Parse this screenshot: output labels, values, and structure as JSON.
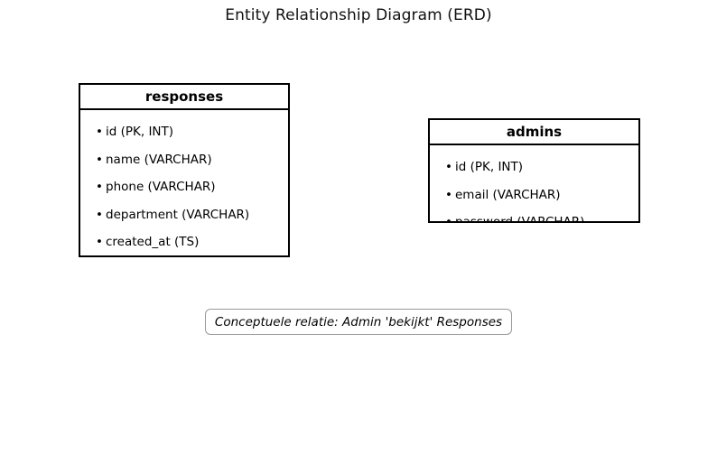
{
  "diagram": {
    "title": "Entity Relationship Diagram (ERD)",
    "entities": [
      {
        "name": "responses",
        "fields": [
          "id (PK, INT)",
          "name (VARCHAR)",
          "phone (VARCHAR)",
          "department (VARCHAR)",
          "created_at (TS)"
        ]
      },
      {
        "name": "admins",
        "fields": [
          "id (PK, INT)",
          "email (VARCHAR)",
          "password (VARCHAR)"
        ]
      }
    ],
    "relationship_note": "Conceptuele relatie: Admin 'bekijkt' Responses"
  },
  "colors": {
    "background": "#ffffff",
    "entity_border": "#000000",
    "text": "#000000",
    "note_border": "#9a9a9a"
  }
}
